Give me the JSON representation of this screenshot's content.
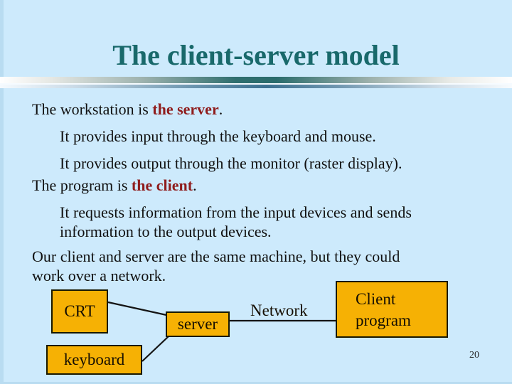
{
  "colors": {
    "background": "#cdeafc",
    "edge": "#b9dcf1",
    "title": "#19696b",
    "body_text": "#101010",
    "highlight_red": "#8f1c1c",
    "box_fill": "#f6b104",
    "box_border": "#181800",
    "line": "#141414"
  },
  "title": "The client-server model",
  "body": {
    "p1": {
      "pre": "The workstation is ",
      "highlight": "the server",
      "post": "."
    },
    "p2": "It provides input through the keyboard and mouse.",
    "p3": "It provides output through the monitor (raster display).",
    "p4": {
      "pre": "The program is ",
      "highlight": "the client",
      "post": "."
    },
    "p5": {
      "line1": "It requests information from the input devices and sends",
      "line2": "information to the output devices."
    },
    "p6": {
      "line1": "Our client and server are the same machine, but they could",
      "line2": "work over a network."
    }
  },
  "diagram": {
    "crt_label": "CRT",
    "server_label": "server",
    "keyboard_label": "keyboard",
    "client_line1": "Client",
    "client_line2": "program",
    "network_label": "Network"
  },
  "page_number": "20"
}
